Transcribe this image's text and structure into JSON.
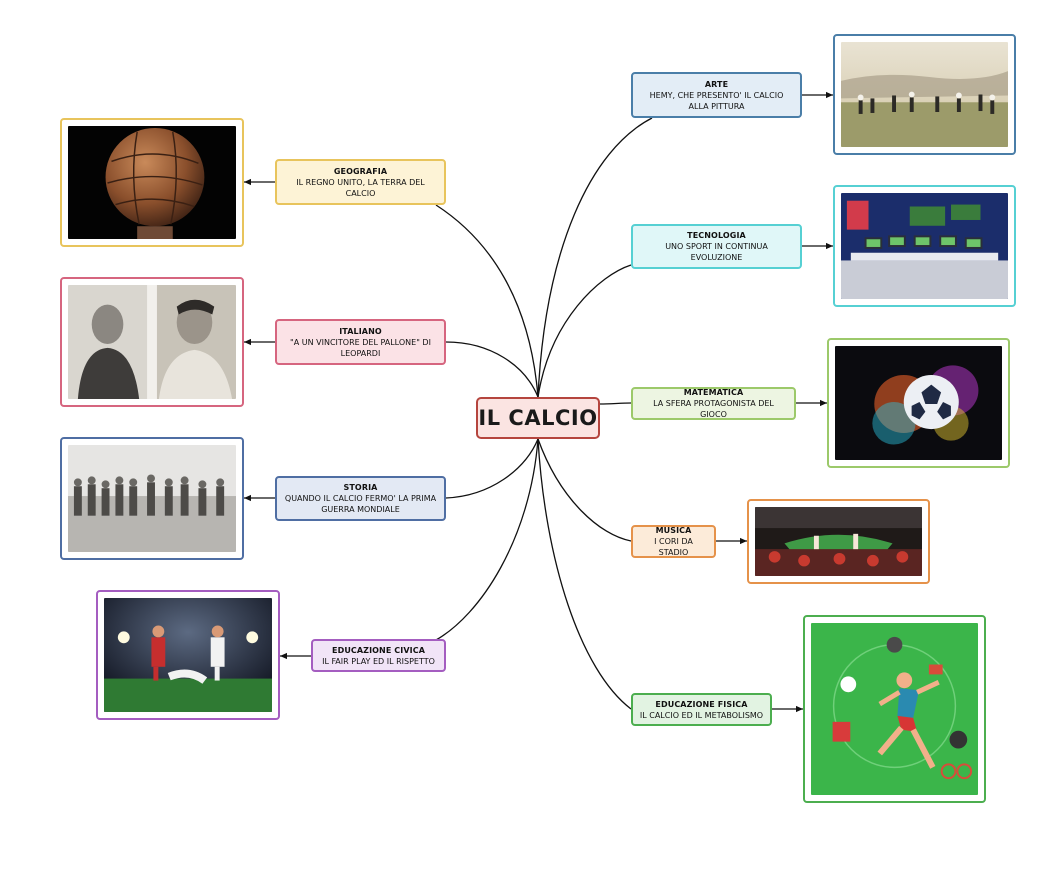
{
  "center": {
    "label": "IL CALCIO"
  },
  "colors": {
    "center_border": "#b5453e",
    "center_fill": "#fbe4e2",
    "line": "#111111"
  },
  "topics": {
    "arte": {
      "title": "ARTE",
      "subtitle": "HEMY, CHE PRESENTO' IL CALCIO ALLA PITTURA",
      "border": "#4a7ea8",
      "fill": "#e3edf6",
      "image_icon": "vintage-football-painting"
    },
    "tecnologia": {
      "title": "TECNOLOGIA",
      "subtitle": "UNO SPORT IN CONTINUA EVOLUZIONE",
      "border": "#56d0d3",
      "fill": "#e0f7f8",
      "image_icon": "var-control-room"
    },
    "matematica": {
      "title": "MATEMATICA",
      "subtitle": "LA SFERA PROTAGONISTA DEL GIOCO",
      "border": "#9cc96a",
      "fill": "#edf5e2",
      "image_icon": "colorful-exploding-ball"
    },
    "musica": {
      "title": "MUSICA",
      "subtitle": "I CORI DA STADIO",
      "border": "#e5924a",
      "fill": "#fcebd9",
      "image_icon": "stadium-crowd"
    },
    "educazione_fisica": {
      "title": "EDUCAZIONE FISICA",
      "subtitle": "IL CALCIO ED IL METABOLISMO",
      "border": "#4cae4f",
      "fill": "#e2f3e2",
      "image_icon": "running-athlete-illustration"
    },
    "geografia": {
      "title": "GEOGRAFIA",
      "subtitle": "IL REGNO UNITO, LA TERRA DEL CALCIO",
      "border": "#e8c45c",
      "fill": "#fdf3d6",
      "image_icon": "leather-football"
    },
    "italiano": {
      "title": "ITALIANO",
      "subtitle": "\"A UN VINCITORE DEL PALLONE\" DI LEOPARDI",
      "border": "#d6657f",
      "fill": "#fbe2e6",
      "image_icon": "leopardi-portraits"
    },
    "storia": {
      "title": "STORIA",
      "subtitle": "QUANDO IL CALCIO FERMO' LA PRIMA GUERRA MONDIALE",
      "border": "#4f6ea3",
      "fill": "#e3e9f4",
      "image_icon": "wwi-soldiers-photo"
    },
    "educazione_civica": {
      "title": "EDUCAZIONE CIVICA",
      "subtitle": "IL FAIR PLAY ED IL RISPETTO",
      "border": "#a45dc0",
      "fill": "#f1e4f7",
      "image_icon": "fair-play-players"
    }
  }
}
